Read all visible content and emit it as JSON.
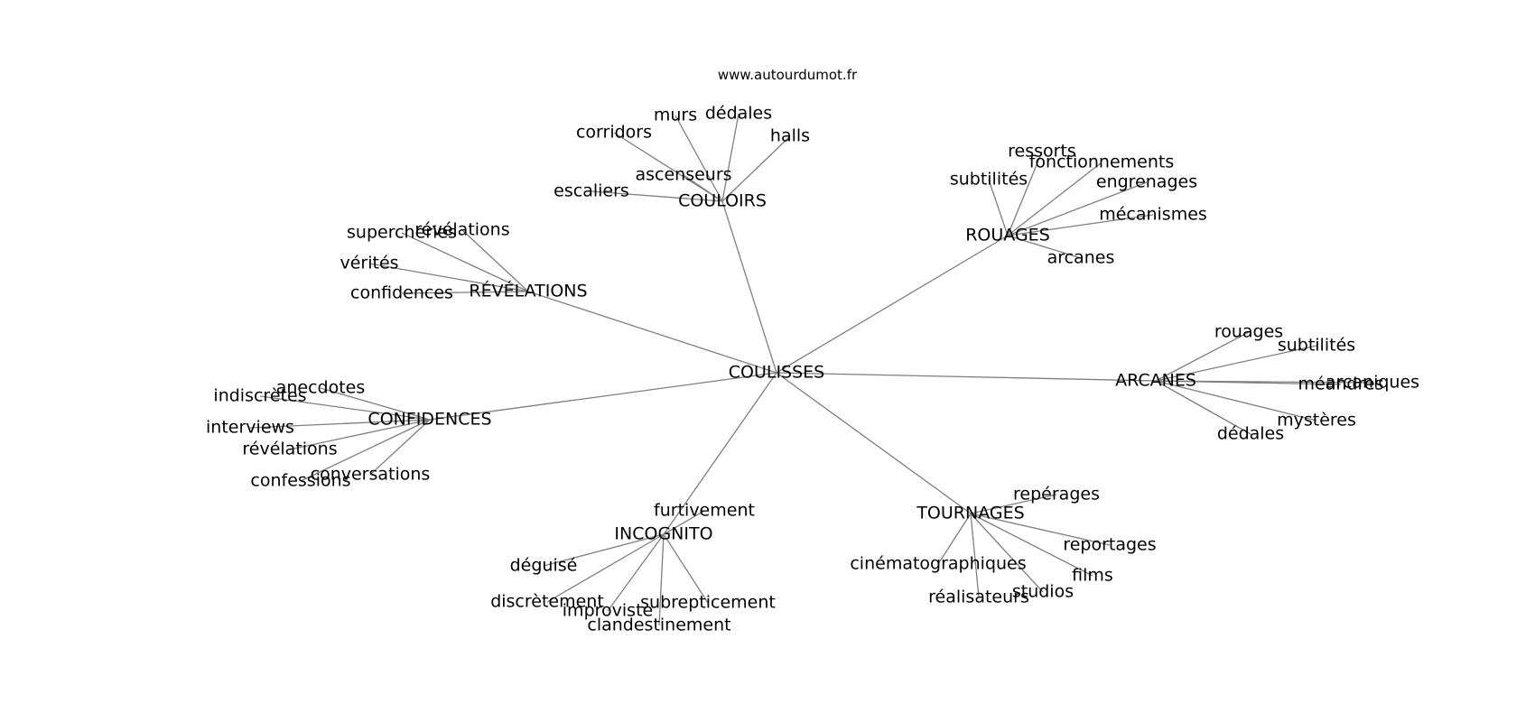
{
  "source": "www.autourdumot.fr",
  "colors": {
    "edge": "#7f7f7f",
    "text": "#000000",
    "background": "#ffffff"
  },
  "graph": {
    "center": {
      "label": "COULISSES"
    },
    "hubs": [
      {
        "label": "COULOIRS",
        "leaves": [
          "murs",
          "dédales",
          "corridors",
          "halls",
          "ascenseurs",
          "escaliers"
        ]
      },
      {
        "label": "ROUAGES",
        "leaves": [
          "ressorts",
          "fonctionnements",
          "subtilités",
          "engrenages",
          "mécanismes",
          "arcanes"
        ]
      },
      {
        "label": "RÉVÉLATIONS",
        "leaves": [
          "supercheries",
          "révélations",
          "vérités",
          "confidences"
        ]
      },
      {
        "label": "ARCANES",
        "leaves": [
          "rouages",
          "subtilités",
          "méandres",
          "arcaniques",
          "mystères",
          "dédales"
        ]
      },
      {
        "label": "CONFIDENCES",
        "leaves": [
          "anecdotes",
          "indiscrètes",
          "interviews",
          "révélations",
          "conversations",
          "confessions"
        ]
      },
      {
        "label": "INCOGNITO",
        "leaves": [
          "furtivement",
          "déguisé",
          "discrètement",
          "subrepticement",
          "improviste",
          "clandestinement"
        ]
      },
      {
        "label": "TOURNAGES",
        "leaves": [
          "repérages",
          "reportages",
          "cinématographiques",
          "films",
          "studios",
          "réalisateurs"
        ]
      }
    ]
  }
}
